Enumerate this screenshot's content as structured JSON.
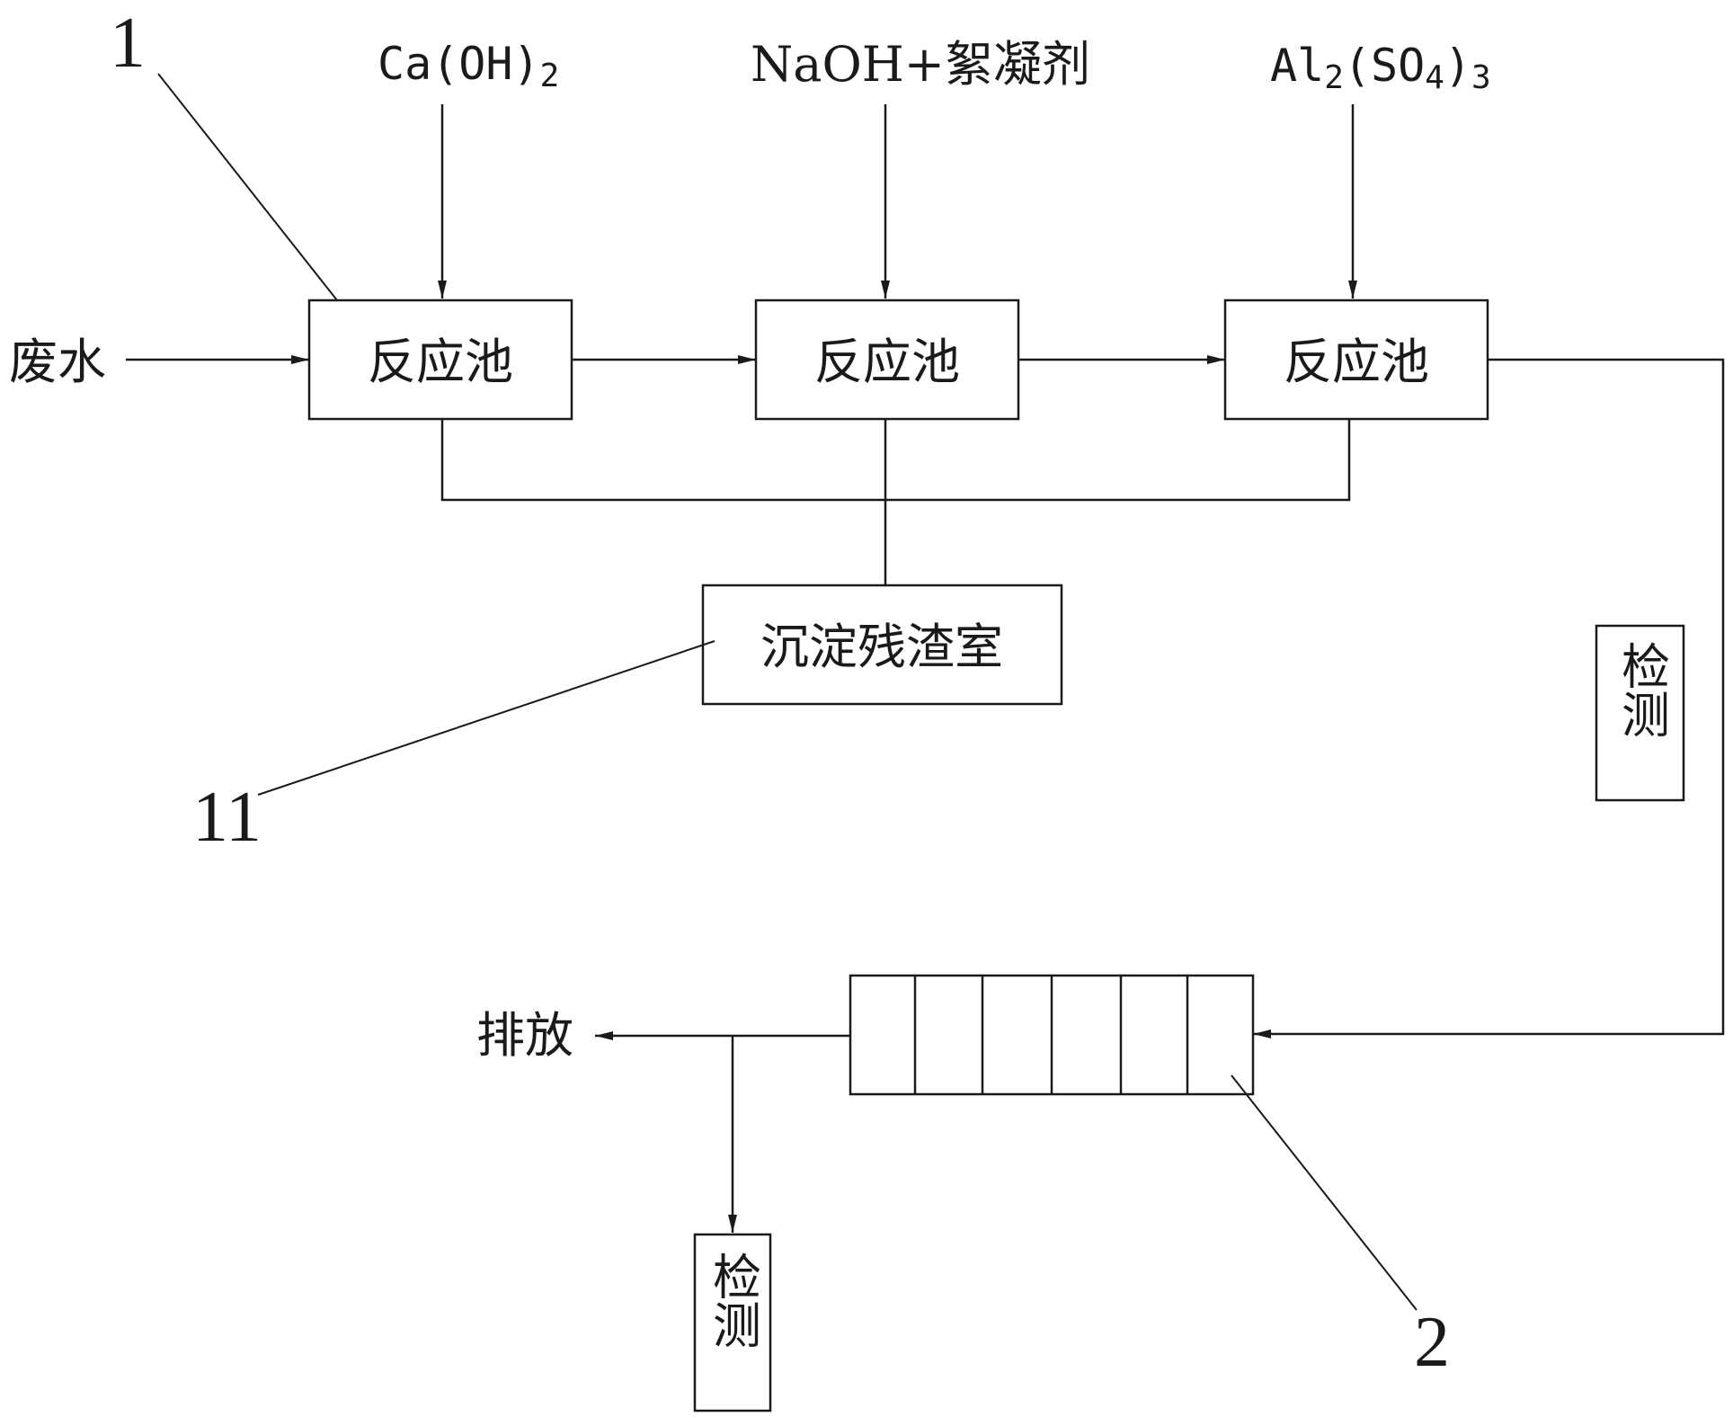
{
  "labels": {
    "wastewater": "废水",
    "reaction_tank": "反应池",
    "sediment_chamber": "沉淀残渣室",
    "discharge": "排放",
    "detection": "检测"
  },
  "reagents": {
    "tank1_base": "Ca(OH)",
    "tank1_sub": "2",
    "tank2": "NaOH+絮凝剂",
    "tank3_base1": "Al",
    "tank3_sub1": "2",
    "tank3_mid": "(SO",
    "tank3_sub2": "4",
    "tank3_end": ")",
    "tank3_sub3": "3"
  },
  "reference_numbers": {
    "reactor": "1",
    "sediment": "11",
    "filter": "2"
  }
}
